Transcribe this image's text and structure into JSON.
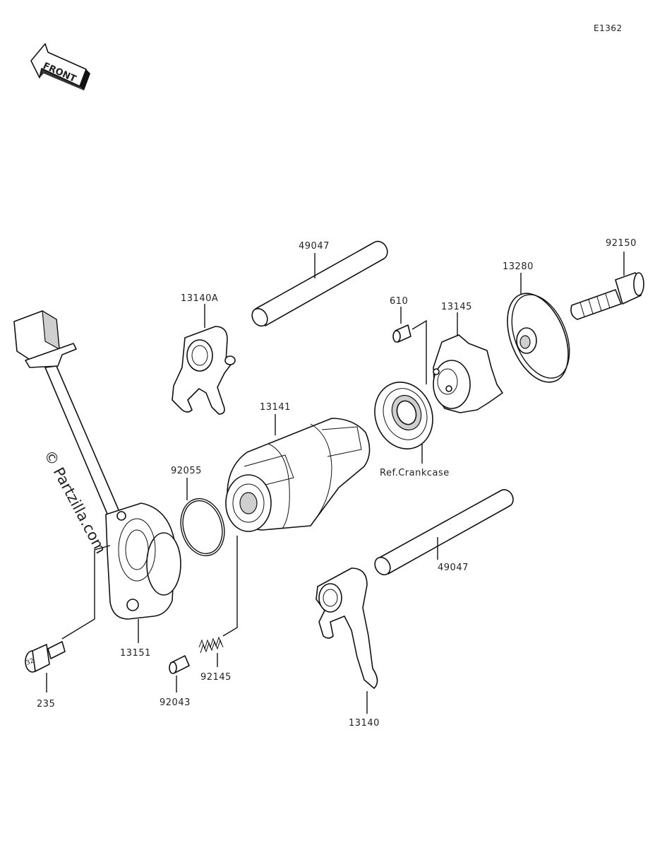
{
  "diagram_code": "E1362",
  "front_arrow": {
    "label": "FRONT",
    "icon": "front-arrow-icon"
  },
  "watermark": "© Partzilla.com",
  "callouts": {
    "shaft_upper": "49047",
    "fork_upper": "13140A",
    "drum": "13141",
    "pin": "610",
    "shift_cam": "13145",
    "plate": "13280",
    "bolt": "92150",
    "o_ring": "92055",
    "crankcase_ref": "Ref.Crankcase",
    "shaft_lower": "49047",
    "fork_lower": "13140",
    "holder": "13151",
    "screw": "235",
    "detent_pin": "92043",
    "spring": "92145"
  },
  "screw_head_mark": "32"
}
